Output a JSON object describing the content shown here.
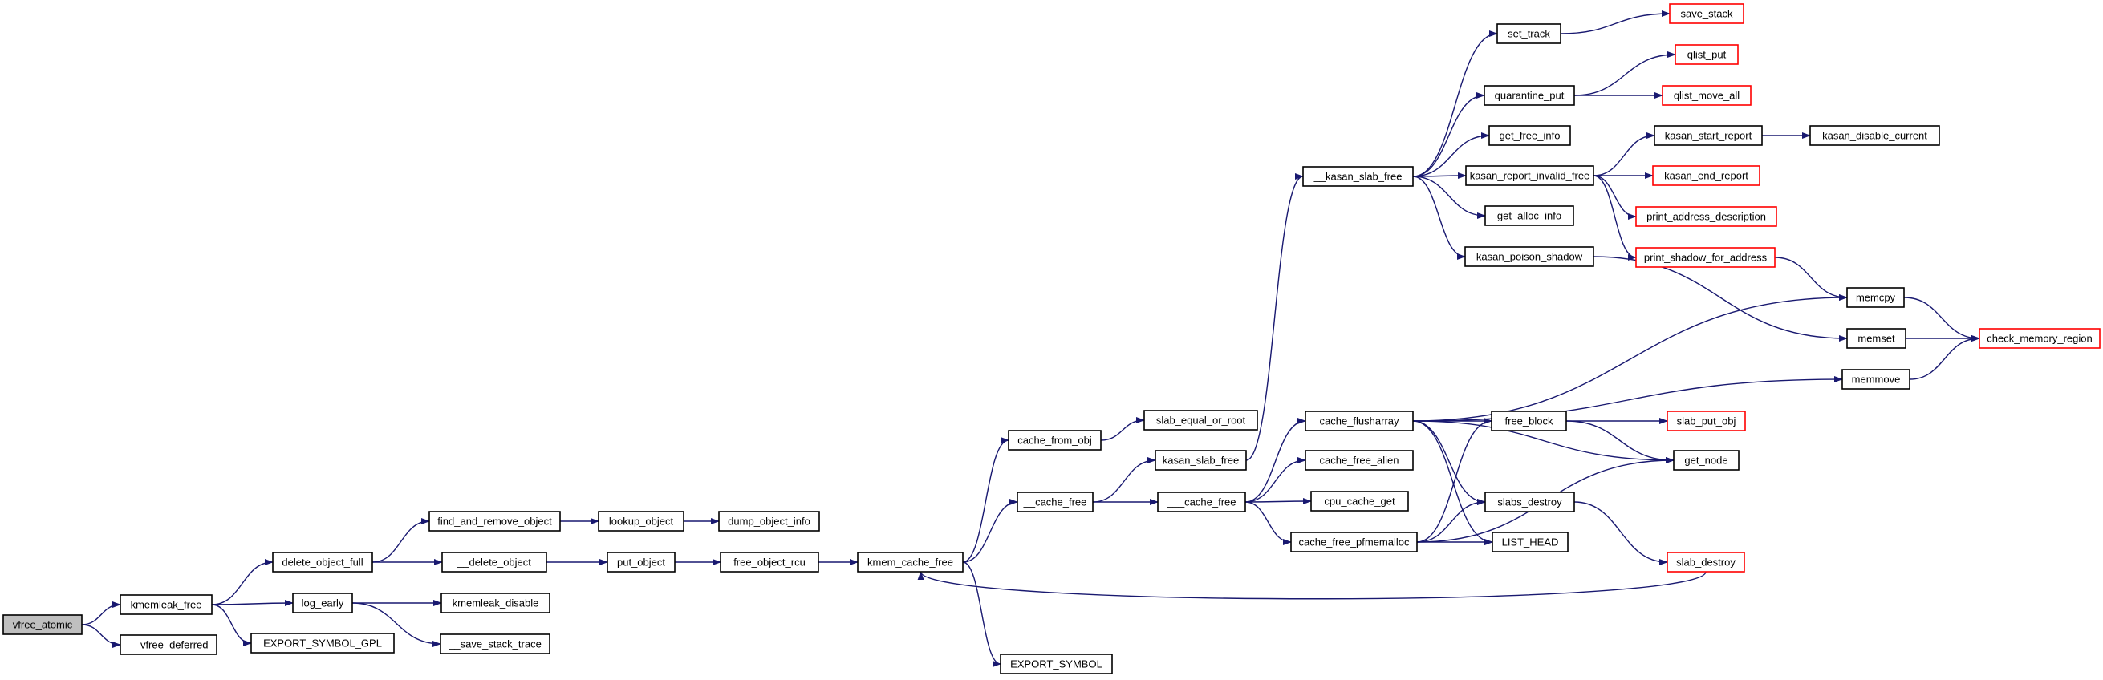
{
  "colors": {
    "edge": "#191970",
    "node_border": "#000000",
    "truncated_border": "#ff0000",
    "root_fill": "#bfbfbf",
    "node_fill": "#ffffff"
  },
  "nodes": [
    {
      "id": "vfree_atomic",
      "label": "vfree_atomic",
      "style": "root"
    },
    {
      "id": "kmemleak_free",
      "label": "kmemleak_free",
      "style": "normal"
    },
    {
      "id": "__vfree_deferred",
      "label": "__vfree_deferred",
      "style": "normal"
    },
    {
      "id": "delete_object_full",
      "label": "delete_object_full",
      "style": "normal"
    },
    {
      "id": "log_early",
      "label": "log_early",
      "style": "normal"
    },
    {
      "id": "EXPORT_SYMBOL_GPL",
      "label": "EXPORT_SYMBOL_GPL",
      "style": "normal"
    },
    {
      "id": "find_and_remove_object",
      "label": "find_and_remove_object",
      "style": "normal"
    },
    {
      "id": "__delete_object",
      "label": "__delete_object",
      "style": "normal"
    },
    {
      "id": "kmemleak_disable",
      "label": "kmemleak_disable",
      "style": "normal"
    },
    {
      "id": "__save_stack_trace",
      "label": "__save_stack_trace",
      "style": "normal"
    },
    {
      "id": "lookup_object",
      "label": "lookup_object",
      "style": "normal"
    },
    {
      "id": "put_object",
      "label": "put_object",
      "style": "normal"
    },
    {
      "id": "dump_object_info",
      "label": "dump_object_info",
      "style": "normal"
    },
    {
      "id": "free_object_rcu",
      "label": "free_object_rcu",
      "style": "normal"
    },
    {
      "id": "kmem_cache_free",
      "label": "kmem_cache_free",
      "style": "normal"
    },
    {
      "id": "cache_from_obj",
      "label": "cache_from_obj",
      "style": "normal"
    },
    {
      "id": "__cache_free",
      "label": "__cache_free",
      "style": "normal"
    },
    {
      "id": "EXPORT_SYMBOL",
      "label": "EXPORT_SYMBOL",
      "style": "normal"
    },
    {
      "id": "slab_equal_or_root",
      "label": "slab_equal_or_root",
      "style": "normal"
    },
    {
      "id": "kasan_slab_free",
      "label": "kasan_slab_free",
      "style": "normal"
    },
    {
      "id": "___cache_free",
      "label": "___cache_free",
      "style": "normal"
    },
    {
      "id": "__kasan_slab_free",
      "label": "__kasan_slab_free",
      "style": "normal"
    },
    {
      "id": "cache_flusharray",
      "label": "cache_flusharray",
      "style": "normal"
    },
    {
      "id": "cache_free_alien",
      "label": "cache_free_alien",
      "style": "normal"
    },
    {
      "id": "cpu_cache_get",
      "label": "cpu_cache_get",
      "style": "normal"
    },
    {
      "id": "cache_free_pfmemalloc",
      "label": "cache_free_pfmemalloc",
      "style": "normal"
    },
    {
      "id": "set_track",
      "label": "set_track",
      "style": "normal"
    },
    {
      "id": "quarantine_put",
      "label": "quarantine_put",
      "style": "normal"
    },
    {
      "id": "get_free_info",
      "label": "get_free_info",
      "style": "normal"
    },
    {
      "id": "kasan_report_invalid_free",
      "label": "kasan_report_invalid_free",
      "style": "normal"
    },
    {
      "id": "get_alloc_info",
      "label": "get_alloc_info",
      "style": "normal"
    },
    {
      "id": "kasan_poison_shadow",
      "label": "kasan_poison_shadow",
      "style": "normal"
    },
    {
      "id": "free_block",
      "label": "free_block",
      "style": "normal"
    },
    {
      "id": "slabs_destroy",
      "label": "slabs_destroy",
      "style": "normal"
    },
    {
      "id": "LIST_HEAD",
      "label": "LIST_HEAD",
      "style": "normal"
    },
    {
      "id": "save_stack",
      "label": "save_stack",
      "style": "truncated"
    },
    {
      "id": "qlist_put",
      "label": "qlist_put",
      "style": "truncated"
    },
    {
      "id": "qlist_move_all",
      "label": "qlist_move_all",
      "style": "truncated"
    },
    {
      "id": "kasan_start_report",
      "label": "kasan_start_report",
      "style": "normal"
    },
    {
      "id": "kasan_end_report",
      "label": "kasan_end_report",
      "style": "truncated"
    },
    {
      "id": "print_address_description",
      "label": "print_address_description",
      "style": "truncated"
    },
    {
      "id": "print_shadow_for_address",
      "label": "print_shadow_for_address",
      "style": "truncated"
    },
    {
      "id": "kasan_disable_current",
      "label": "kasan_disable_current",
      "style": "normal"
    },
    {
      "id": "memcpy",
      "label": "memcpy",
      "style": "normal"
    },
    {
      "id": "memset",
      "label": "memset",
      "style": "normal"
    },
    {
      "id": "memmove",
      "label": "memmove",
      "style": "normal"
    },
    {
      "id": "slab_put_obj",
      "label": "slab_put_obj",
      "style": "truncated"
    },
    {
      "id": "get_node",
      "label": "get_node",
      "style": "normal"
    },
    {
      "id": "slab_destroy",
      "label": "slab_destroy",
      "style": "truncated"
    },
    {
      "id": "check_memory_region",
      "label": "check_memory_region",
      "style": "truncated"
    }
  ],
  "edges": [
    [
      "vfree_atomic",
      "kmemleak_free"
    ],
    [
      "vfree_atomic",
      "__vfree_deferred"
    ],
    [
      "kmemleak_free",
      "delete_object_full"
    ],
    [
      "kmemleak_free",
      "log_early"
    ],
    [
      "kmemleak_free",
      "EXPORT_SYMBOL_GPL"
    ],
    [
      "delete_object_full",
      "find_and_remove_object"
    ],
    [
      "delete_object_full",
      "__delete_object"
    ],
    [
      "log_early",
      "kmemleak_disable"
    ],
    [
      "log_early",
      "__save_stack_trace"
    ],
    [
      "find_and_remove_object",
      "lookup_object"
    ],
    [
      "lookup_object",
      "dump_object_info"
    ],
    [
      "__delete_object",
      "put_object"
    ],
    [
      "put_object",
      "free_object_rcu"
    ],
    [
      "free_object_rcu",
      "kmem_cache_free"
    ],
    [
      "kmem_cache_free",
      "cache_from_obj"
    ],
    [
      "kmem_cache_free",
      "__cache_free"
    ],
    [
      "kmem_cache_free",
      "EXPORT_SYMBOL"
    ],
    [
      "cache_from_obj",
      "slab_equal_or_root"
    ],
    [
      "__cache_free",
      "kasan_slab_free"
    ],
    [
      "__cache_free",
      "___cache_free"
    ],
    [
      "kasan_slab_free",
      "__kasan_slab_free"
    ],
    [
      "___cache_free",
      "cache_flusharray"
    ],
    [
      "___cache_free",
      "cache_free_alien"
    ],
    [
      "___cache_free",
      "cpu_cache_get"
    ],
    [
      "___cache_free",
      "cache_free_pfmemalloc"
    ],
    [
      "__kasan_slab_free",
      "set_track"
    ],
    [
      "__kasan_slab_free",
      "quarantine_put"
    ],
    [
      "__kasan_slab_free",
      "get_free_info"
    ],
    [
      "__kasan_slab_free",
      "kasan_report_invalid_free"
    ],
    [
      "__kasan_slab_free",
      "get_alloc_info"
    ],
    [
      "__kasan_slab_free",
      "kasan_poison_shadow"
    ],
    [
      "set_track",
      "save_stack"
    ],
    [
      "quarantine_put",
      "qlist_put"
    ],
    [
      "quarantine_put",
      "qlist_move_all"
    ],
    [
      "kasan_report_invalid_free",
      "kasan_start_report"
    ],
    [
      "kasan_report_invalid_free",
      "kasan_end_report"
    ],
    [
      "kasan_report_invalid_free",
      "print_address_description"
    ],
    [
      "kasan_report_invalid_free",
      "print_shadow_for_address"
    ],
    [
      "kasan_start_report",
      "kasan_disable_current"
    ],
    [
      "kasan_poison_shadow",
      "memset"
    ],
    [
      "print_shadow_for_address",
      "memcpy"
    ],
    [
      "cache_flusharray",
      "memcpy"
    ],
    [
      "cache_flusharray",
      "memmove"
    ],
    [
      "cache_flusharray",
      "free_block"
    ],
    [
      "cache_flusharray",
      "get_node"
    ],
    [
      "cache_flusharray",
      "slabs_destroy"
    ],
    [
      "cache_flusharray",
      "LIST_HEAD"
    ],
    [
      "cache_free_pfmemalloc",
      "free_block"
    ],
    [
      "cache_free_pfmemalloc",
      "slabs_destroy"
    ],
    [
      "cache_free_pfmemalloc",
      "LIST_HEAD"
    ],
    [
      "cache_free_pfmemalloc",
      "get_node"
    ],
    [
      "free_block",
      "slab_put_obj"
    ],
    [
      "free_block",
      "get_node"
    ],
    [
      "slabs_destroy",
      "slab_destroy"
    ],
    [
      "slab_destroy",
      "kmem_cache_free"
    ],
    [
      "memcpy",
      "check_memory_region"
    ],
    [
      "memset",
      "check_memory_region"
    ],
    [
      "memmove",
      "check_memory_region"
    ]
  ]
}
